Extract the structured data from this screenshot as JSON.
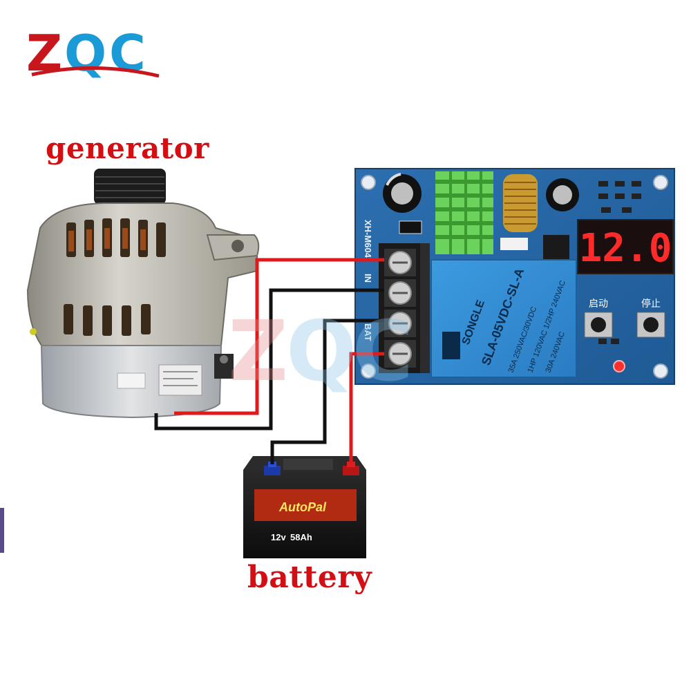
{
  "brand": {
    "logo_text": "ZQC",
    "colors": {
      "red": "#c8161d",
      "blue": "#1a9ad6"
    }
  },
  "labels": {
    "generator": "generator",
    "battery": "battery"
  },
  "module": {
    "model": "XH-M604",
    "terminals": {
      "in": "IN",
      "bat": "BAT"
    },
    "display_value": "12.0",
    "buttons": {
      "start": "启动",
      "stop": "停止"
    },
    "relay": {
      "brand": "SONGLE",
      "model": "SLA-05VDC-SL-A",
      "ratings": [
        "35A 250VAC/30VDC",
        "1HP 120VAC 1/2HP 240VAC",
        "30A 240VAC"
      ]
    }
  },
  "battery_device": {
    "brand": "AutoPal",
    "voltage_label": "12v",
    "capacity_label": "58Ah"
  },
  "wire_colors": {
    "positive": "#e01a1a",
    "negative": "#111111"
  }
}
